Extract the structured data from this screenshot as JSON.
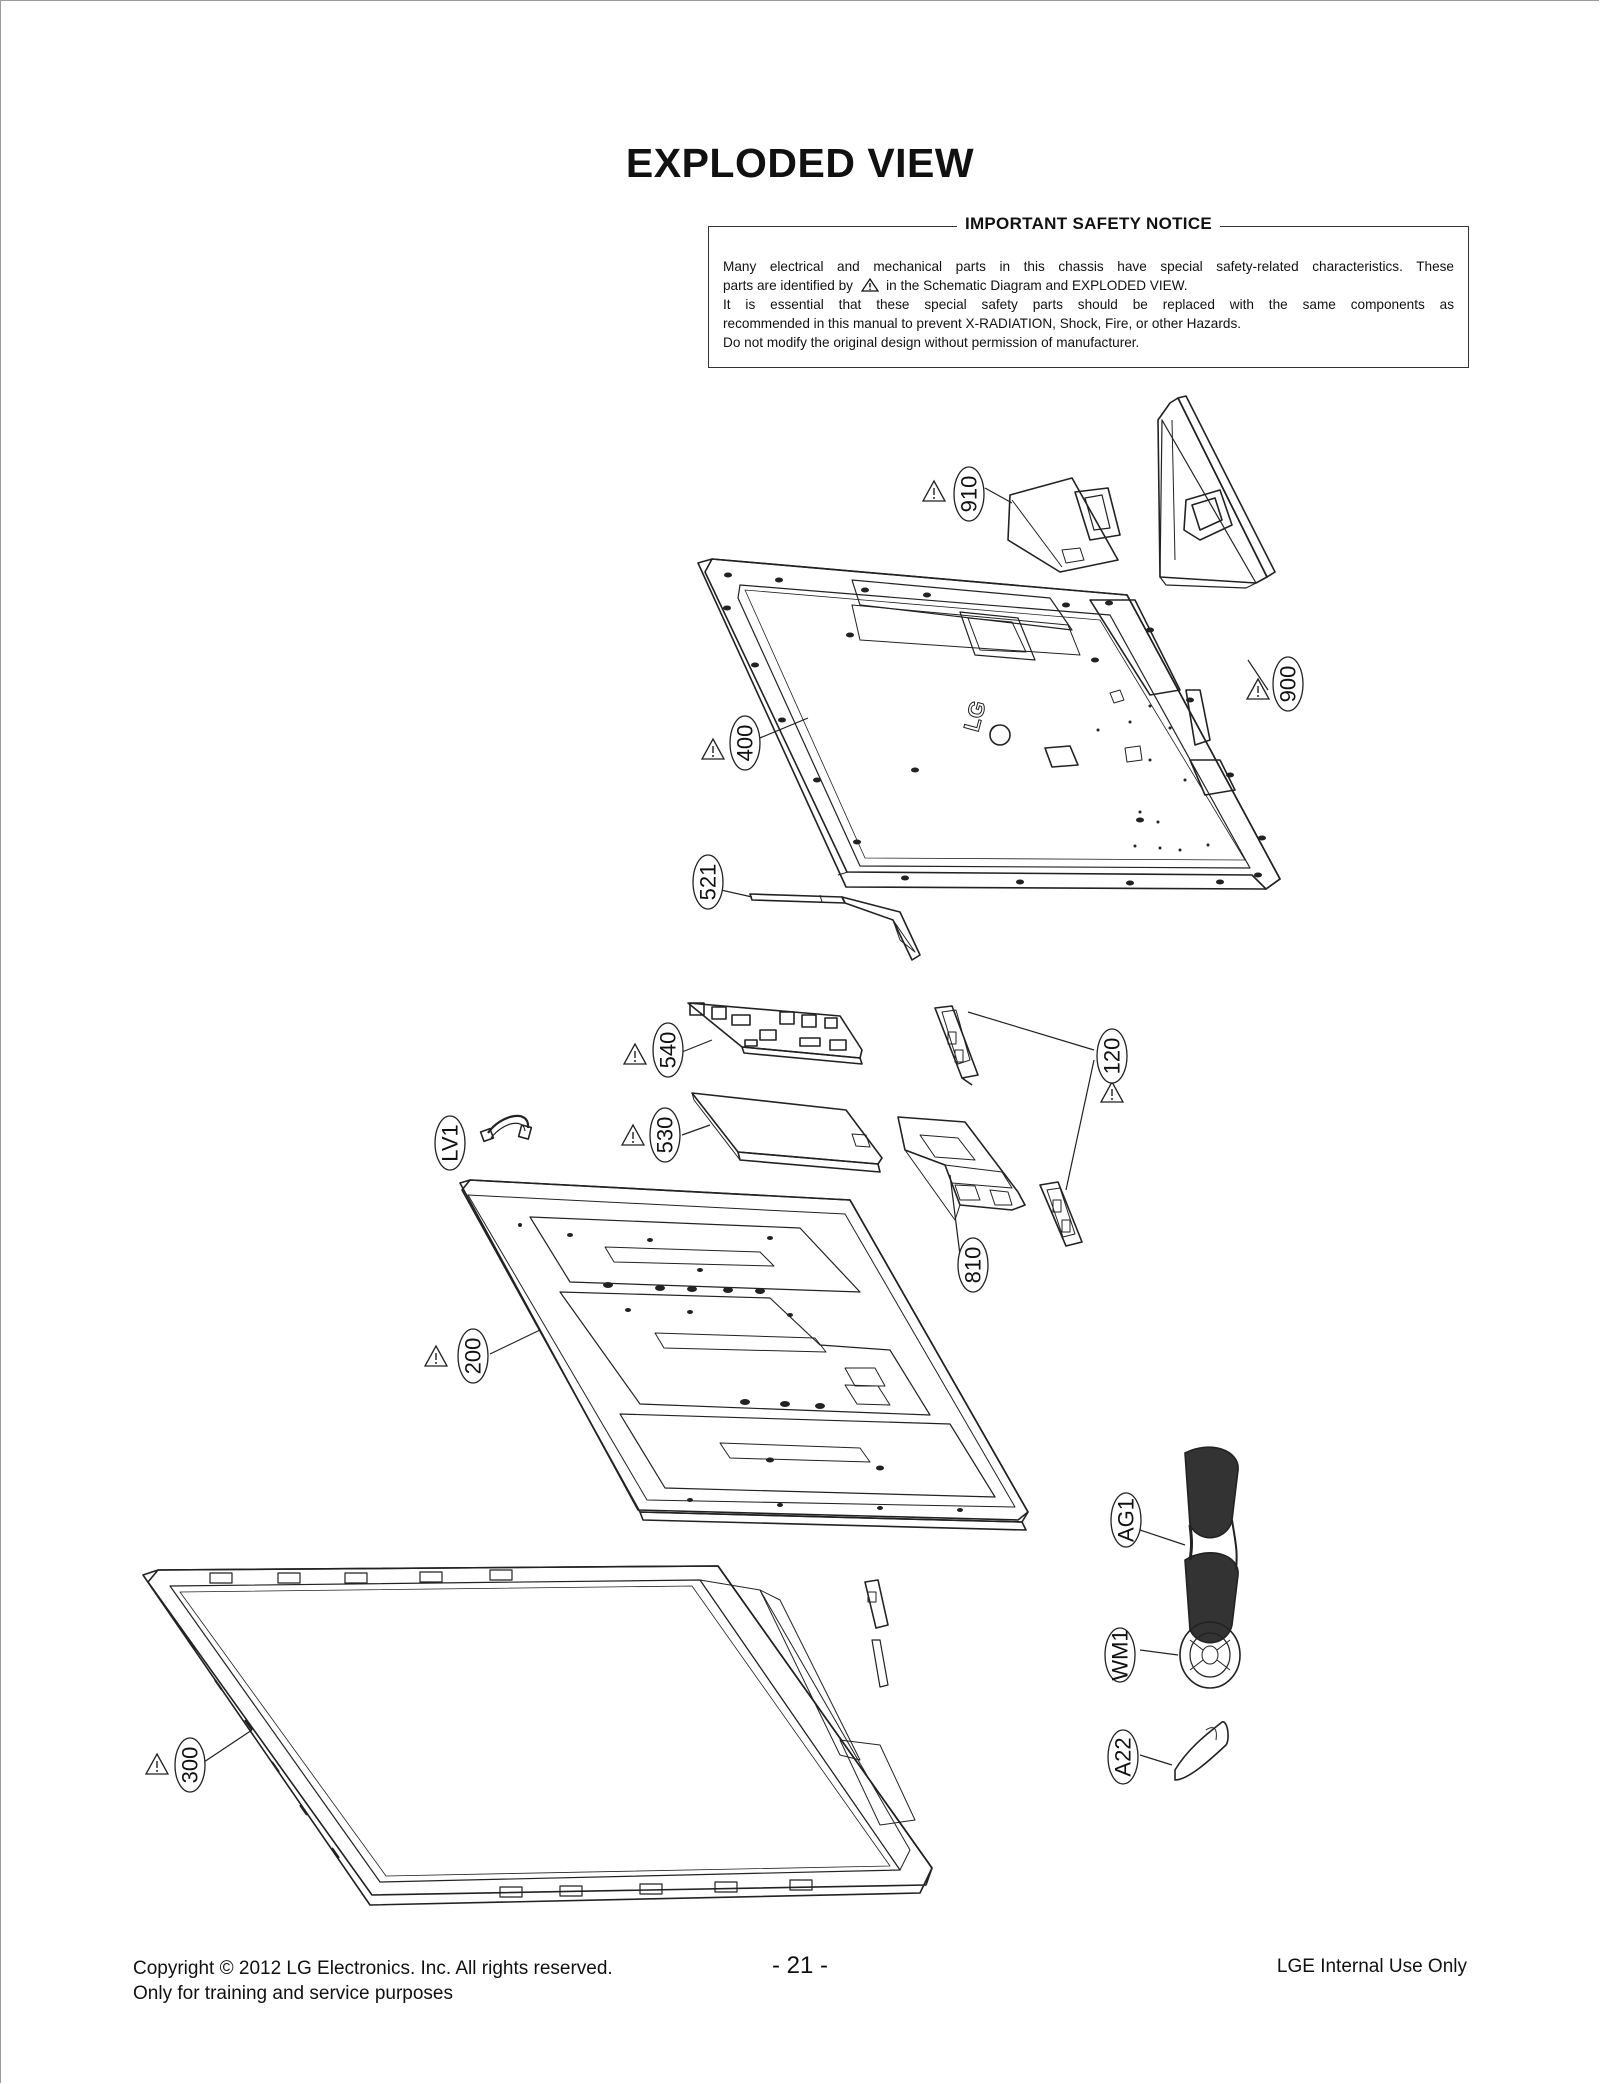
{
  "page": {
    "title": "EXPLODED VIEW"
  },
  "notice": {
    "title": "IMPORTANT SAFETY NOTICE",
    "line1": "Many electrical and mechanical parts in this chassis have special safety-related characteristics. These",
    "line2_a": "parts are identified by",
    "line2_b": "in the Schematic Diagram and EXPLODED VIEW.",
    "line3": "It is essential that these special safety parts should be replaced with the same components as",
    "line4": "recommended in this manual to prevent X-RADIATION, Shock, Fire, or other Hazards.",
    "line5": "Do not modify the original design without permission of manufacturer."
  },
  "parts": {
    "p910": "910",
    "p900": "900",
    "p400": "400",
    "p521": "521",
    "p540": "540",
    "p120": "120",
    "p530": "530",
    "pLV1": "LV1",
    "p810": "810",
    "p200": "200",
    "pAG1": "AG1",
    "pWM1": "WM1",
    "pA22": "A22",
    "p300": "300",
    "logo": "LG"
  },
  "footer": {
    "copyright": "Copyright  © 2012  LG Electronics. Inc. All rights reserved.",
    "purpose": "Only for training and service purposes",
    "page_number": "- 21 -",
    "internal": "LGE Internal Use Only"
  }
}
